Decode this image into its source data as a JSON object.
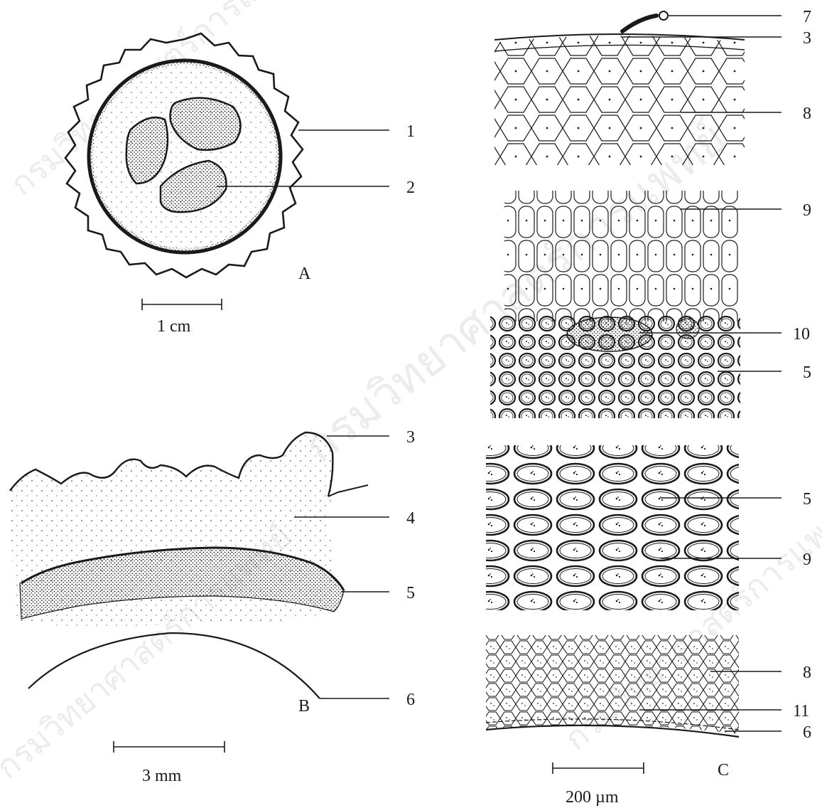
{
  "panels": {
    "A": {
      "letter": "A",
      "scale": "1 cm",
      "callouts": [
        {
          "num": "1"
        },
        {
          "num": "2"
        }
      ]
    },
    "B": {
      "letter": "B",
      "scale": "3 mm",
      "callouts": [
        {
          "num": "3"
        },
        {
          "num": "4"
        },
        {
          "num": "5"
        },
        {
          "num": "6"
        }
      ]
    },
    "C": {
      "letter": "C",
      "scale": "200 µm",
      "callouts": [
        {
          "num": "7"
        },
        {
          "num": "3"
        },
        {
          "num": "8"
        },
        {
          "num": "9"
        },
        {
          "num": "10"
        },
        {
          "num": "5"
        },
        {
          "num": "5"
        },
        {
          "num": "9"
        },
        {
          "num": "8"
        },
        {
          "num": "11"
        },
        {
          "num": "6"
        }
      ]
    }
  },
  "watermark": {
    "text": "กรมวิทยาศาสตร์การแพทย์"
  },
  "colors": {
    "ink": "#1a1a1a",
    "background": "#ffffff"
  }
}
